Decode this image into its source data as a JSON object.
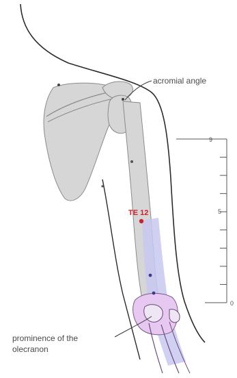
{
  "labels": {
    "acromial_angle": "acromial angle",
    "olecranon_line1": "prominence of the",
    "olecranon_line2": "olecranon"
  },
  "point": {
    "name": "TE 12",
    "color": "#d0202a"
  },
  "scale": {
    "top_label": "9",
    "mid_label": "5",
    "bottom_label": "0",
    "divisions": 9
  },
  "colors": {
    "bone": "#d6d6d6",
    "bone_outline": "#8a8a8a",
    "meridian_fill": "#c8c8f0",
    "elbow_highlight": "#e6c8f0",
    "outline": "#2a2a2a"
  }
}
